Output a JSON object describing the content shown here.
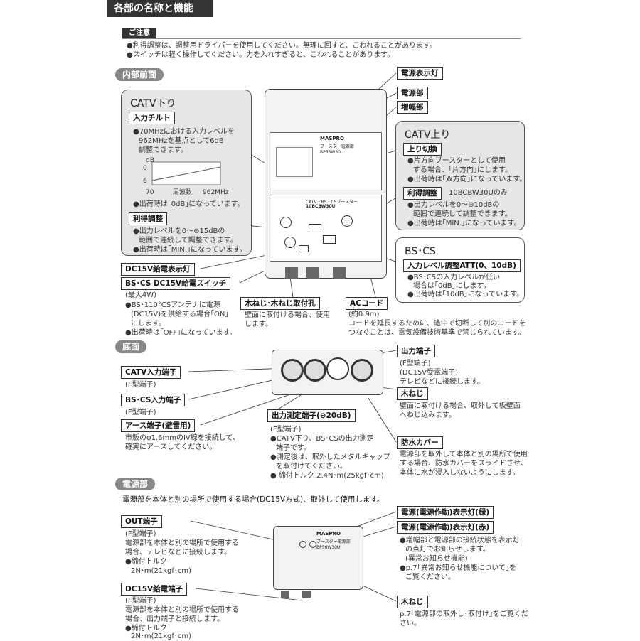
{
  "header": {
    "title": "各部の名称と機能"
  },
  "caution": {
    "tag": "ご注意",
    "lines": [
      "●利得調整は、調整用ドライバーを使用してください。無理に回すと、こわれることがあります。",
      "●スイッチは軽く操作してください。力を入れすぎると、こわれることがあります。"
    ]
  },
  "sections": {
    "front": "内部前面",
    "bottom": "底面",
    "power": "電源部"
  },
  "device_labels": {
    "brand": "MASPRO",
    "product_short": "ブースター電源部",
    "model_main": "BP56W30U",
    "model_catv": "CATV・BS・CSブースター",
    "model_catv2": "10BCBW30U"
  },
  "front": {
    "callouts": {
      "power_lamp": "電源表示灯",
      "power_unit": "電源部",
      "amp_unit": "増幅部",
      "dc15v_lamp": "DC15V給電表示灯",
      "bs_switch": "BS･CS DC15V給電スイッチ",
      "bs_switch_note": "(最大4W)",
      "bs_switch_desc": [
        "●BS･110°CSアンテナに電源",
        "(DC15V)を供給する場合｢ON｣",
        "にします。",
        "●出荷時は｢OFF｣になっています。"
      ],
      "screw_hole": "木ねじ･木ねじ取付孔",
      "screw_hole_desc": [
        "壁面に取付ける場合、使用",
        "します。"
      ],
      "ac_cord": "ACコード",
      "ac_cord_note": "(約0.9m)",
      "ac_cord_desc": [
        "コードを延長するために、途中で切断して別のコードを",
        "つなぐことは、電気設備技術基準で禁じられています。"
      ]
    },
    "catv_down": {
      "title": "CATV下り",
      "input_tilt": "入力チルト",
      "tilt_desc": [
        "●70MHzにおける入力レベルを",
        "962MHzを基点として6dB",
        "調整できます。"
      ],
      "graph_unit": "dB",
      "graph_y0": "0",
      "graph_y6": "6",
      "graph_x70": "70",
      "graph_xlabel": "周波数",
      "graph_x962": "962MHz",
      "tilt_default": "●出荷時は｢0dB｣になっています。",
      "gain": "利得調整",
      "gain_desc": [
        "●出力レベルを0～⊖15dBの",
        "範囲で連続して調整できます。",
        "●出荷時は｢MIN.｣になっています。"
      ]
    },
    "catv_up": {
      "title": "CATV上り",
      "switch": "上り切換",
      "switch_desc": [
        "●片方向ブースターとして使用",
        "する場合、｢片方向｣にします。",
        "●出荷時は｢双方向｣になっています。"
      ],
      "gain": "利得調整",
      "gain_note": "10BCBW30Uのみ",
      "gain_desc": [
        "●出力レベルを0～⊖10dBの",
        "範囲で連続して調整できます。",
        "●出荷時は｢MIN.｣になっています。"
      ]
    },
    "bscs": {
      "title": "BS･CS",
      "att": "入力レベル調整ATT(0、10dB)",
      "att_desc": [
        "●BS･CSの入力レベルが低い",
        "場合は｢0dB｣にします。",
        "●出荷時は｢10dB｣になっています。"
      ]
    }
  },
  "bottom": {
    "output": "出力端子",
    "output_desc": [
      "(F型端子)",
      "(DC15V受電端子)",
      "テレビなどに接続します。"
    ],
    "screw": "木ねじ",
    "screw_desc": [
      "壁面に取付ける場合、取外して板壁面",
      "へねじ込みます。"
    ],
    "waterproof": "防水カバー",
    "waterproof_desc": [
      "電源部を取外して本体と別の場所で使用",
      "する場合、防水カバーをスライドさせ、",
      "本体に水が浸入しないようにします。"
    ],
    "catv_in": "CATV入力端子",
    "catv_in_desc": "(F型端子)",
    "bscs_in": "BS･CS入力端子",
    "bscs_in_desc": "(F型端子)",
    "earth": "アース端子(避雷用)",
    "earth_desc": [
      "市販のφ1.6mmのIV線を接続して、",
      "確実にアースしてください。"
    ],
    "measure": "出力測定端子(⊖20dB)",
    "measure_desc": [
      "(F型端子)",
      "●CATV下り、BS･CSの出力測定",
      "端子です。",
      "●測定後は、取外したメタルキャップ",
      "を取付けてください。",
      "● 締付トルク 2.4N･m(25kgf･cm)"
    ]
  },
  "power": {
    "intro": "電源部を本体と別の場所で使用する場合(DC15V方式)、取外して使用します。",
    "lamp_green": "電源(電源作動)表示灯(緑)",
    "lamp_red": "電源(電源作動)表示灯(赤)",
    "lamp_desc": [
      "●増幅部と電源部の接続状態を表示灯",
      "の点灯でお知らせします。",
      "(異常お知らせ機能)",
      "●p.7｢異常お知らせ機能について｣を",
      "ご覧ください。"
    ],
    "out": "OUT端子",
    "out_desc": [
      "(F型端子)",
      "電源部を本体と別の場所で使用する",
      "場合、テレビなどに接続します。",
      "●締付トルク",
      "2N･m(21kgf･cm)"
    ],
    "dc15v": "DC15V給電端子",
    "dc15v_desc": [
      "(F型端子)",
      "電源部を本体と別の場所で使用する",
      "場合、出力端子と接続します。",
      "●締付トルク",
      "2N･m(21kgf･cm)"
    ],
    "screw": "木ねじ",
    "screw_desc": [
      "p.7｢電源部の取外し･取付け｣をご覧くだ",
      "さい。"
    ]
  }
}
